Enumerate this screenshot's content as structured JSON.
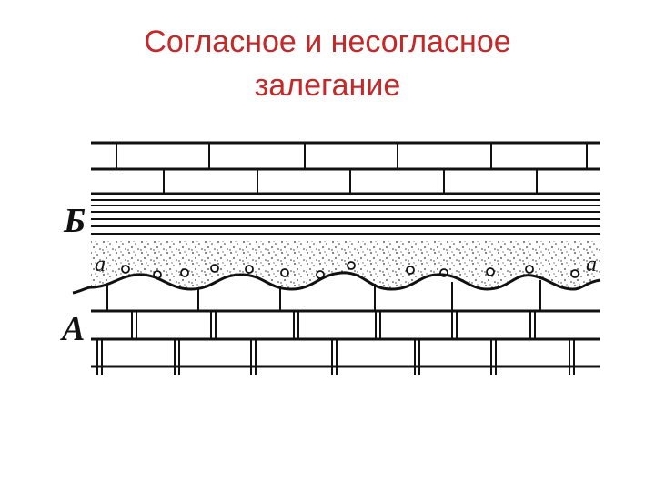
{
  "title": {
    "line1": "Согласное и несогласное",
    "line2": "залегание"
  },
  "diagram": {
    "labels": {
      "upper_sequence": "Б",
      "lower_sequence": "А",
      "contact_left": "а",
      "contact_right": "а"
    }
  }
}
